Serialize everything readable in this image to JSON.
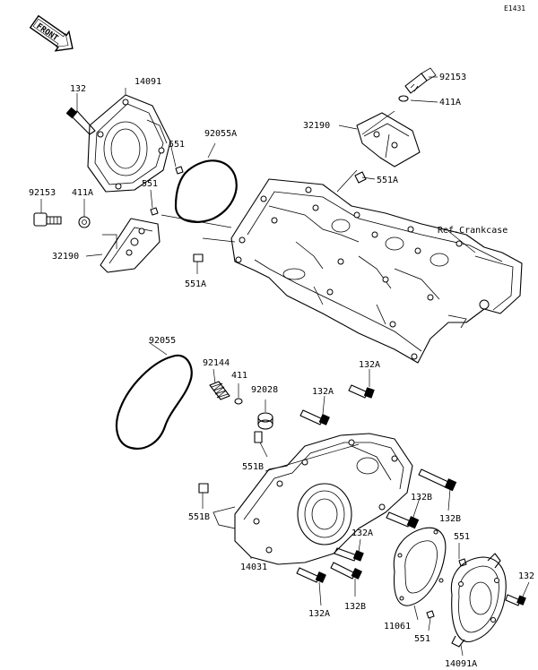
{
  "diagram": {
    "code": "E1431",
    "front": "FRONT",
    "ref": "Ref.Crankcase"
  },
  "labels": [
    "92153",
    "411A",
    "32190",
    "551A",
    "132",
    "14091",
    "551",
    "92055A",
    "551",
    "92153",
    "411A",
    "32190",
    "551A",
    "92055",
    "92144",
    "411",
    "92028",
    "132A",
    "132A",
    "551B",
    "551B",
    "132B",
    "132B",
    "14031",
    "132A",
    "132A",
    "132B",
    "551",
    "132",
    "11061",
    "551",
    "14091A"
  ]
}
